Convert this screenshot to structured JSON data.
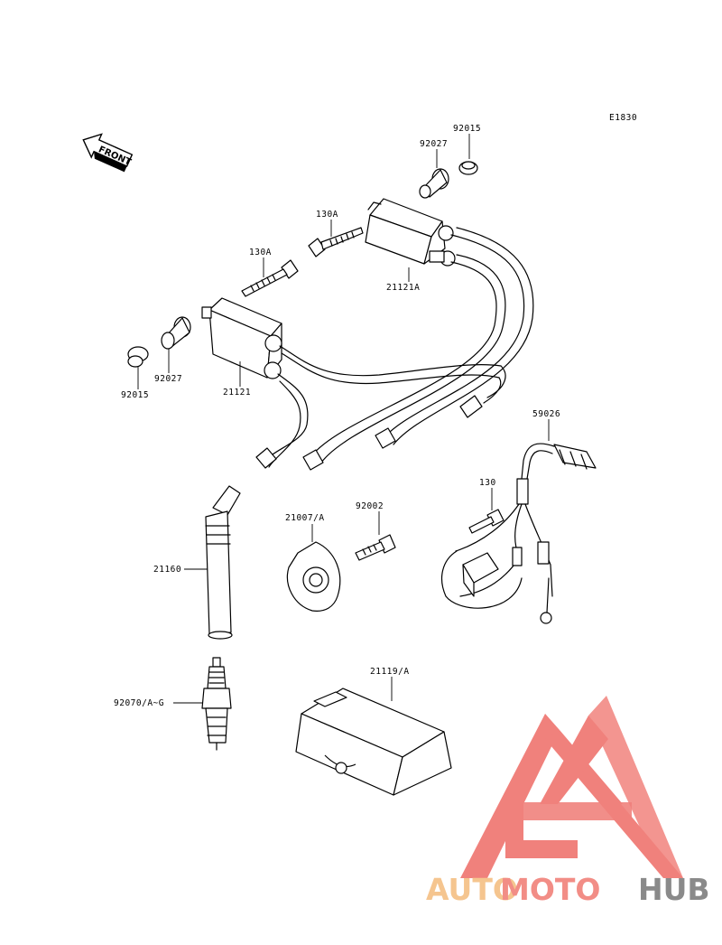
{
  "diagram": {
    "code": "E1830",
    "front_label": "FRONT",
    "labels": [
      {
        "key": "p92015a",
        "text": "92015"
      },
      {
        "key": "p92027a",
        "text": "92027"
      },
      {
        "key": "p130Aa",
        "text": "130A"
      },
      {
        "key": "p130Ab",
        "text": "130A"
      },
      {
        "key": "p21121A",
        "text": "21121A"
      },
      {
        "key": "p92027b",
        "text": "92027"
      },
      {
        "key": "p92015b",
        "text": "92015"
      },
      {
        "key": "p21121",
        "text": "21121"
      },
      {
        "key": "p59026",
        "text": "59026"
      },
      {
        "key": "p130",
        "text": "130"
      },
      {
        "key": "p21007A",
        "text": "21007/A"
      },
      {
        "key": "p92002",
        "text": "92002"
      },
      {
        "key": "p21160",
        "text": "21160"
      },
      {
        "key": "p21119A",
        "text": "21119/A"
      },
      {
        "key": "p92070",
        "text": "92070/A~G"
      }
    ]
  },
  "watermark": {
    "word_part1": "AUTO",
    "word_part2": "MOTO",
    "word_part3": "HUB",
    "colors": {
      "part1": "#f5c58f",
      "part2": "#f28d86",
      "part3": "#8a8a8a",
      "mark": "#f07b76"
    }
  }
}
